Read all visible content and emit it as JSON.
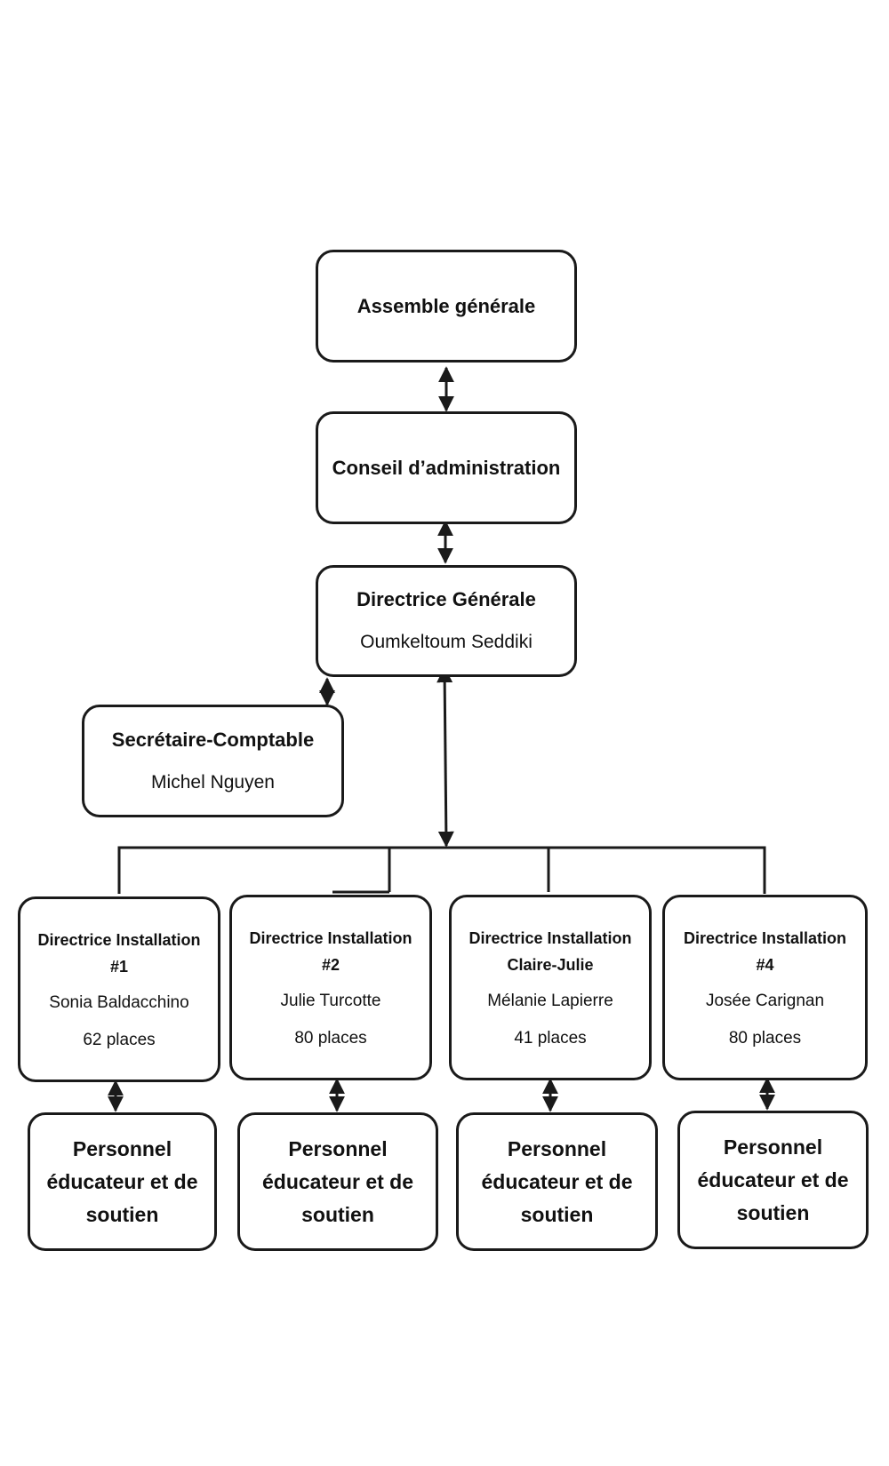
{
  "diagram": {
    "general_assembly": {
      "title": "Assemble générale"
    },
    "board": {
      "title": "Conseil d’administration"
    },
    "director_general": {
      "title": "Directrice Générale",
      "name": "Oumkeltoum Seddiki"
    },
    "secretary": {
      "title": "Secrétaire-Comptable",
      "name": "Michel Nguyen"
    },
    "installations": [
      {
        "title_line1": "Directrice Installation",
        "title_line2": "#1",
        "name": "Sonia Baldacchino",
        "places": "62 places"
      },
      {
        "title_line1": "Directrice Installation",
        "title_line2": "#2",
        "name": "Julie Turcotte",
        "places": "80 places"
      },
      {
        "title_line1": "Directrice Installation",
        "title_line2": "Claire-Julie",
        "name": "Mélanie Lapierre",
        "places": "41 places"
      },
      {
        "title_line1": "Directrice Installation",
        "title_line2": "#4",
        "name": "Josée Carignan",
        "places": "80 places"
      }
    ],
    "staff": [
      {
        "line1": "Personnel",
        "line2": "éducateur et de",
        "line3": "soutien"
      },
      {
        "line1": "Personnel",
        "line2": "éducateur et de",
        "line3": "soutien"
      },
      {
        "line1": "Personnel",
        "line2": "éducateur et de",
        "line3": "soutien"
      },
      {
        "line1": "Personnel",
        "line2": "éducateur et de",
        "line3": "soutien"
      }
    ]
  }
}
